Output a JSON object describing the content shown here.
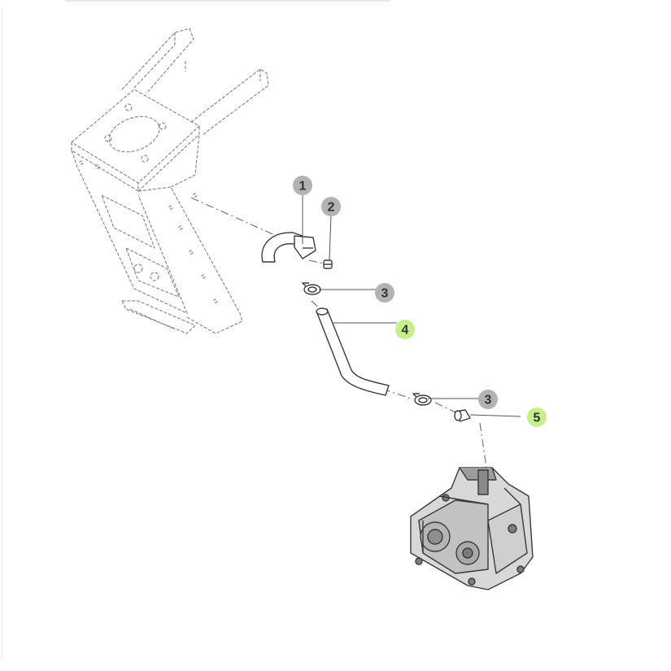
{
  "diagram": {
    "callouts": [
      {
        "id": "c1",
        "label": "1",
        "color": "#b3b3b3"
      },
      {
        "id": "c2",
        "label": "2",
        "color": "#b3b3b3"
      },
      {
        "id": "c3a",
        "label": "3",
        "color": "#b3b3b3"
      },
      {
        "id": "c4",
        "label": "4",
        "color": "#c5f08a"
      },
      {
        "id": "c3b",
        "label": "3",
        "color": "#b3b3b3"
      },
      {
        "id": "c5",
        "label": "5",
        "color": "#c5f08a"
      }
    ],
    "colors": {
      "line": "#8a8a8a",
      "dark_line": "#3a3a3a",
      "callout_text": "#333333",
      "highlight": "#c5f08a",
      "neutral": "#b3b3b3"
    }
  }
}
